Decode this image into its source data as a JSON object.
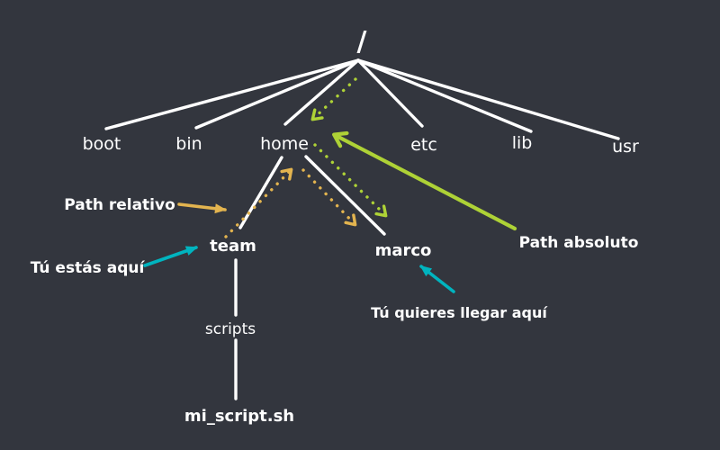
{
  "diagram": {
    "description": "Linux filesystem tree showing relative vs absolute paths",
    "root": "/",
    "nodes": {
      "boot": "boot",
      "bin": "bin",
      "home": "home",
      "etc": "etc",
      "lib": "lib",
      "usr": "usr",
      "team": "team",
      "marco": "marco",
      "scripts": "scripts",
      "mi_script": "mi_script.sh"
    },
    "annotations": {
      "path_relativo": "Path relativo",
      "path_absoluto": "Path absoluto",
      "tu_estas_aqui": "Tú estás aquí",
      "tu_quieres_llegar_aqui": "Tú quieres llegar aquí"
    },
    "colors": {
      "background": "#33363e",
      "tree": "#ffffff",
      "relative": "#e3b44f",
      "absolute": "#aed236",
      "location": "#00b4bf"
    }
  }
}
